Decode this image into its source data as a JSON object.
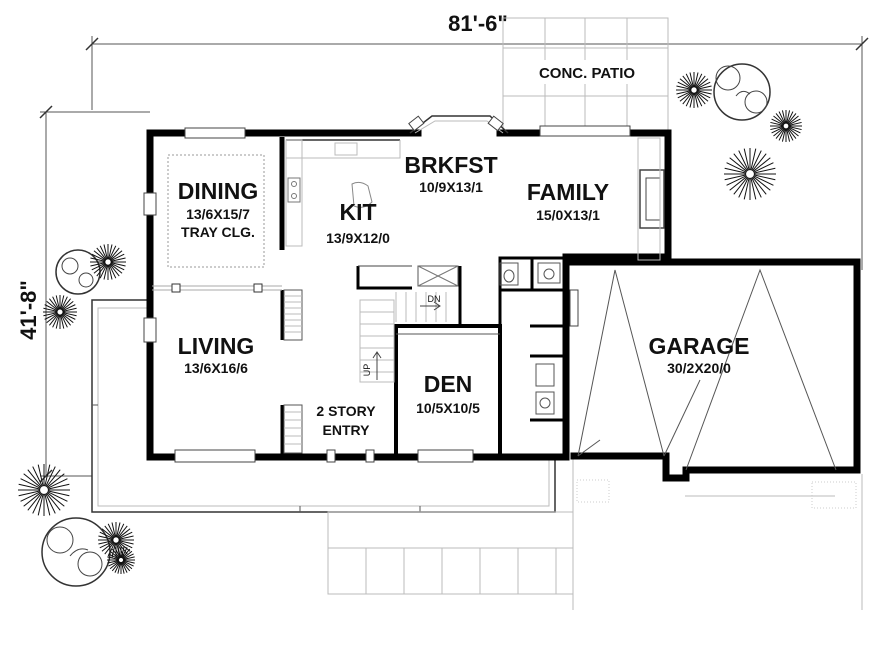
{
  "dimensions": {
    "width": "81'-6\"",
    "depth": "41'-8\""
  },
  "rooms": [
    {
      "id": "dining",
      "name": "DINING",
      "size": "13/6X15/7",
      "note": "TRAY CLG."
    },
    {
      "id": "kit",
      "name": "KIT",
      "size": "13/9X12/0"
    },
    {
      "id": "brkfst",
      "name": "BRKFST",
      "size": "10/9X13/1"
    },
    {
      "id": "family",
      "name": "FAMILY",
      "size": "15/0X13/1"
    },
    {
      "id": "living",
      "name": "LIVING",
      "size": "13/6X16/6"
    },
    {
      "id": "den",
      "name": "DEN",
      "size": "10/5X10/5"
    },
    {
      "id": "garage",
      "name": "GARAGE",
      "size": "30/2X20/0"
    },
    {
      "id": "entry",
      "name": "2 STORY",
      "size": "ENTRY"
    }
  ],
  "labels": {
    "patio": "CONC. PATIO",
    "stair_down": "DN",
    "stair_up": "UP"
  }
}
